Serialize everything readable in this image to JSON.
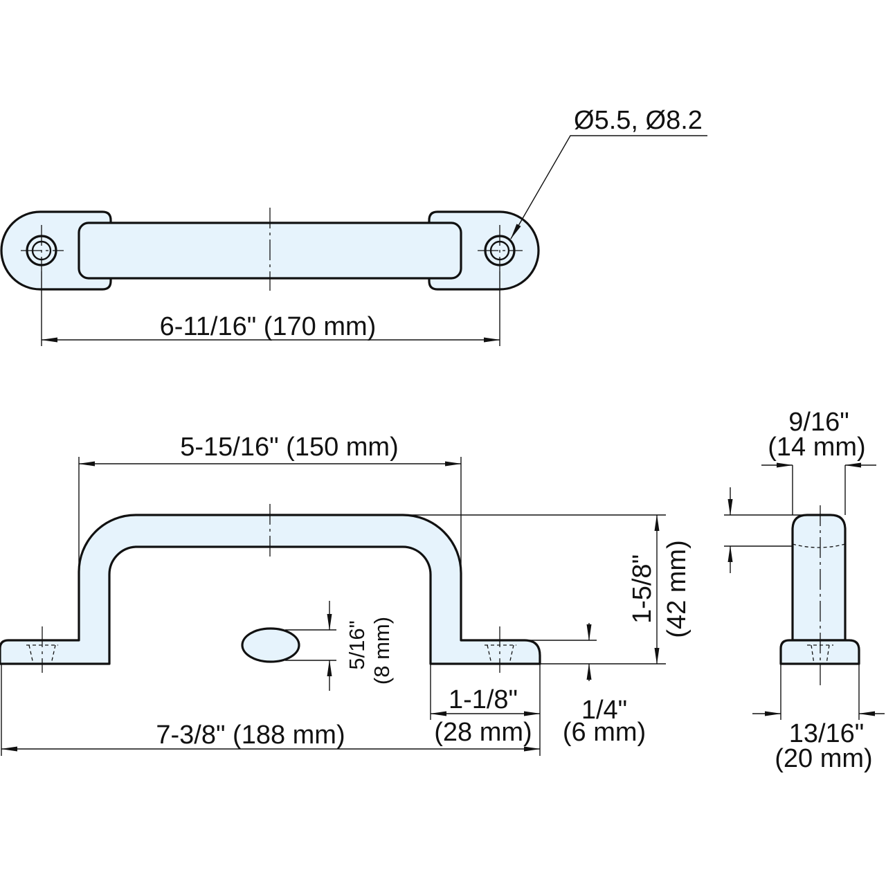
{
  "colors": {
    "part_fill": "#e6f3fc",
    "line": "#111111",
    "background": "#ffffff"
  },
  "views": {
    "top": {
      "hole_callout": "Ø5.5, Ø8.2",
      "hole_spacing": "6-11/16\" (170 mm)"
    },
    "front": {
      "inner_width": "5-15/16\" (150 mm)",
      "overall_length": "7-3/8\" (188 mm)",
      "height_in": "1-5/8\"",
      "height_mm": "(42 mm)",
      "section_in": "5/16\"",
      "section_mm": "(8 mm)",
      "foot_length_in": "1-1/8\"",
      "foot_length_mm": "(28 mm)",
      "foot_thickness_in": "1/4\"",
      "foot_thickness_mm": "(6 mm)"
    },
    "side": {
      "grip_width_in": "9/16\"",
      "grip_width_mm": "(14 mm)",
      "base_width_in": "13/16\"",
      "base_width_mm": "(20 mm)"
    }
  }
}
